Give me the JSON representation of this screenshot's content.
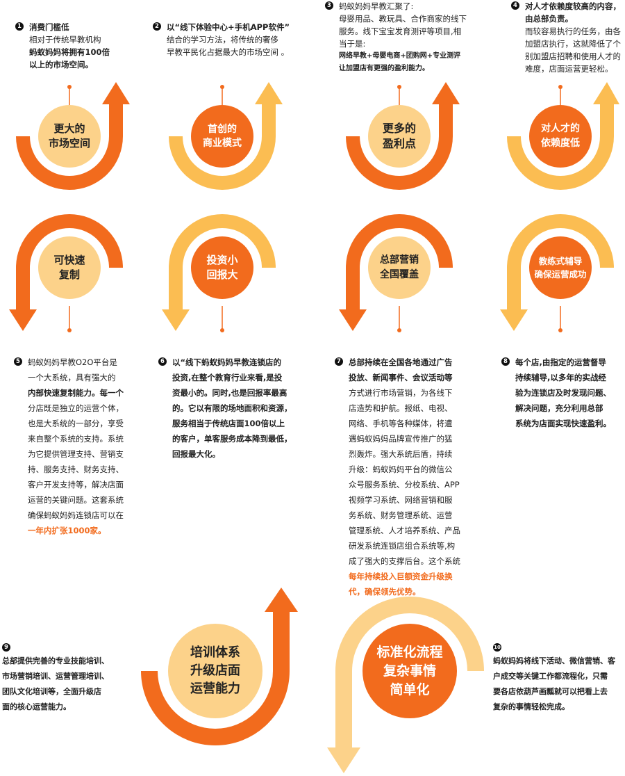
{
  "colors": {
    "orange": "#f26b1d",
    "light": "#fbbd52",
    "peach": "#fcd28a"
  },
  "circles": {
    "c1": [
      "更大的",
      "市场空间"
    ],
    "c2": [
      "首创的",
      "商业模式"
    ],
    "c3": [
      "更多的",
      "盈利点"
    ],
    "c4": [
      "对人才的",
      "依赖度低"
    ],
    "c5": [
      "可快速",
      "复制"
    ],
    "c6": [
      "投资小",
      "回报大"
    ],
    "c7": [
      "总部营销",
      "全国覆盖"
    ],
    "c8": [
      "教练式辅导",
      "确保运营成功"
    ],
    "c9": [
      "培训体系",
      "升级店面",
      "运营能力"
    ],
    "c10": [
      "标准化流程",
      "复杂事情",
      "简单化"
    ]
  },
  "items": {
    "i1": {
      "num": "1",
      "lines": [
        "消费门槛低",
        "相对于传统早教机构",
        "蚂蚁妈妈将拥有100倍",
        "以上的市场空间。"
      ]
    },
    "i2": {
      "num": "2",
      "lines": [
        "以“线下体验中心+手机APP软件”",
        "结合的学习方法，将传统的奢侈",
        "早教平民化占据最大的市场空间 。"
      ]
    },
    "i3": {
      "num": "3",
      "lines": [
        "蚂蚁妈妈早教汇聚了:",
        "母婴用品、教玩具、合作商家的线下",
        "服务。线下宝宝发育测评等项目,相",
        "当于是:",
        "网络早教+母婴电商+团购网+专业测评",
        "让加盟店有更强的盈利能力。"
      ]
    },
    "i4": {
      "num": "4",
      "lines": [
        "对人才依赖度较高的内容，",
        "由总部负责。",
        "而较容易执行的任务，由各",
        "加盟店执行，这就降低了个",
        "别加盟店招聘和使用人才的",
        "难度，店面运营更轻松。"
      ]
    },
    "i5": {
      "num": "5",
      "lines": [
        "蚂蚁妈妈早教O2O平台是",
        "一个大系统，具有强大的",
        "内部快速复制能力。每一个",
        "分店既是独立的运营个体，",
        "也是大系统的一部分，享受",
        "来自整个系统的支持。系统",
        "为它提供管理支持、营销支",
        "持、服务支持、财务支持、",
        "客户开发支持等，解决店面",
        "运营的关键问题。这套系统",
        "确保蚂蚁妈妈连锁店可以在",
        "一年内扩张1000家。"
      ]
    },
    "i6": {
      "num": "6",
      "lines": [
        "以“线下蚂蚁妈妈早教连锁店的",
        "投资,在整个教育行业来看,是投",
        "资最小的。同时,也是回报率最高",
        "的。它以有限的场地面积和资源，",
        "服务相当于传统店面100倍以上",
        "的客户，单客服务成本降到最低，",
        "回报最大化。"
      ]
    },
    "i7": {
      "num": "7",
      "lines": [
        "总部持续在全国各地通过广告",
        "投放、新闻事件、会议活动等",
        "方式进行市场营销，为各线下",
        "店造势和护航。报纸、电视、",
        "网络、手机等各种媒体，将遭",
        "遇蚂蚁妈妈品牌宣传推广的猛",
        "烈轰炸。强大系统后盾，持续",
        "升级：蚂蚁妈妈平台的微信公",
        "众号服务系统、分校系统、APP",
        "视频学习系统、网络营销和服",
        "务系统、财务管理系统、运营",
        "管理系统、人才培养系统、产品",
        "研发系统连锁店组合系统等,构",
        "成了强大的支撑后台。这个系统",
        "每年持续投入巨额资金升级换",
        "代，确保领先优势。"
      ]
    },
    "i8": {
      "num": "8",
      "lines": [
        "每个店,由指定的运营督导",
        "持续辅导,以多年的实战经",
        "验为连锁店及时发现问题、",
        "解决问题，充分利用总部",
        "系统为店面实现快速盈利。"
      ]
    },
    "i9": {
      "num": "9",
      "lines": [
        "总部提供完善的专业技能培训、",
        "市场营销培训、运营管理培训、",
        "团队文化培训等，全面升级店",
        "面的核心运营能力。"
      ]
    },
    "i10": {
      "num": "10",
      "lines": [
        "蚂蚁妈妈将线下活动、微信营销、客",
        "户成交等关键工作都流程化，只需",
        "要各店依葫芦画瓢就可以把看上去",
        "复杂的事情轻松完成。"
      ]
    }
  }
}
